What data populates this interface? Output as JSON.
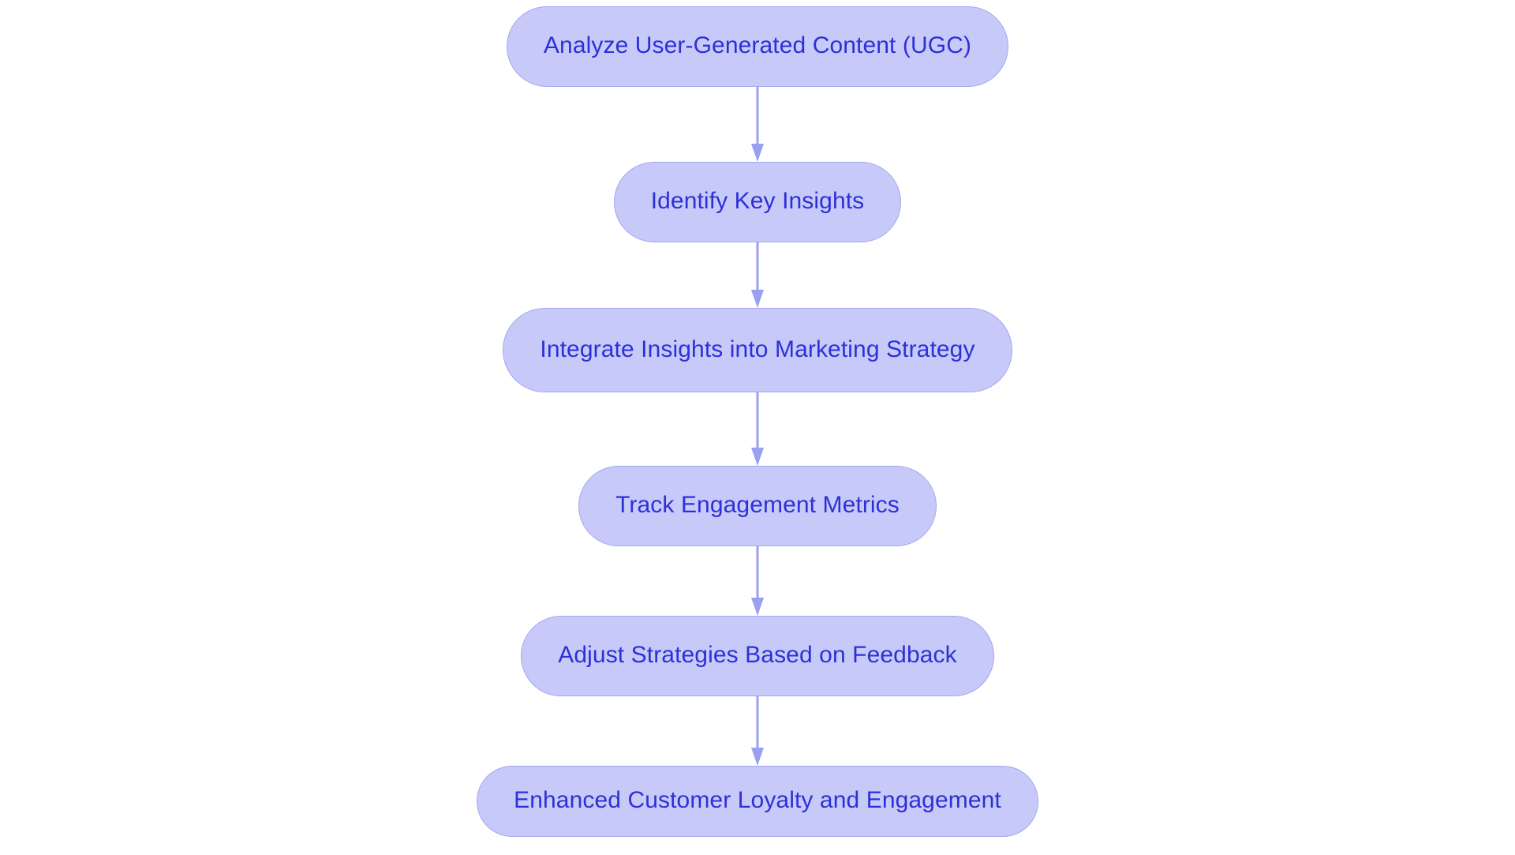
{
  "diagram": {
    "type": "flowchart",
    "orientation": "vertical-top-to-bottom",
    "title": "",
    "background_color": "#ffffff",
    "node_fill_color": "#c7caf9",
    "node_border_color": "#a2a7ef",
    "node_text_color": "#2e30d6",
    "connector_color": "#9aa0f0",
    "node_shape": "rounded-pill",
    "nodes": [
      {
        "id": "node-1",
        "label": "Analyze User-Generated Content (UGC)"
      },
      {
        "id": "node-2",
        "label": "Identify Key Insights"
      },
      {
        "id": "node-3",
        "label": "Integrate Insights into Marketing Strategy"
      },
      {
        "id": "node-4",
        "label": "Track Engagement Metrics"
      },
      {
        "id": "node-5",
        "label": "Adjust Strategies Based on Feedback"
      },
      {
        "id": "node-6",
        "label": "Enhanced Customer Loyalty and Engagement"
      }
    ],
    "connectors": [
      {
        "id": "connector-1",
        "from": "node-1",
        "to": "node-2",
        "arrowhead": "solid-triangle-down"
      },
      {
        "id": "connector-2",
        "from": "node-2",
        "to": "node-3",
        "arrowhead": "solid-triangle-down"
      },
      {
        "id": "connector-3",
        "from": "node-3",
        "to": "node-4",
        "arrowhead": "solid-triangle-down"
      },
      {
        "id": "connector-4",
        "from": "node-4",
        "to": "node-5",
        "arrowhead": "solid-triangle-down"
      },
      {
        "id": "connector-5",
        "from": "node-5",
        "to": "node-6",
        "arrowhead": "solid-triangle-down"
      }
    ]
  }
}
